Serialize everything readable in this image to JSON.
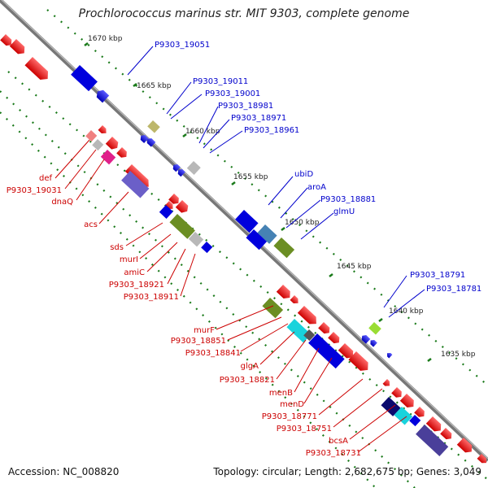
{
  "title": "Prochlorococcus marinus str. MIT 9303, complete genome",
  "footer": {
    "accession": "Accession: NC_008820",
    "summary": "Topology: circular; Length: 2,682,675 bp; Genes: 3,049"
  },
  "kbp_labels": [
    "1670 kbp",
    "1665 kbp",
    "1660 kbp",
    "1655 kbp",
    "1650 kbp",
    "1645 kbp",
    "1640 kbp",
    "1635 kbp"
  ],
  "gene_labels_top": [
    "P9303_19051",
    "P9303_19011",
    "P9303_19001",
    "P9303_18981",
    "P9303_18971",
    "P9303_18961",
    "ubiD",
    "aroA",
    "P9303_18881",
    "glmU",
    "P9303_18791",
    "P9303_18781"
  ],
  "gene_labels_bottom": [
    "def",
    "P9303_19031",
    "dnaQ",
    "acs",
    "sds",
    "murI",
    "amiC",
    "P9303_18921",
    "P9303_18911",
    "murF",
    "P9303_18851",
    "P9303_18841",
    "glgA",
    "P9303_18821",
    "menB",
    "menD",
    "P9303_18771",
    "P9303_18751",
    "bcsA",
    "P9303_18731"
  ],
  "colors": {
    "forward_label": "#0000cc",
    "reverse_label": "#cc0000",
    "backbone": "#808080",
    "tick": "#1a7a1a"
  }
}
